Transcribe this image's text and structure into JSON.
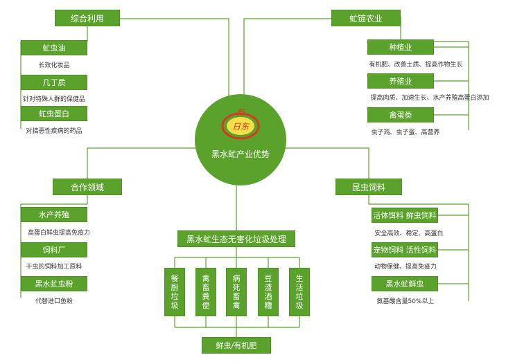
{
  "center": {
    "title": "黑水虻产业优势",
    "logo_text": "新日东"
  },
  "colors": {
    "green": "#5aa22c",
    "line": "#5aa22c",
    "logo_red": "#d53b1e",
    "logo_yellow": "#f4df4a"
  },
  "top_left": {
    "title": "综合利用",
    "items": [
      {
        "label": "虻虫油",
        "desc": "长效化妆品"
      },
      {
        "label": "几丁质",
        "desc": "针对特殊人群的保健品"
      },
      {
        "label": "虻虫蛋白",
        "desc": "对搞恶性疾病的药品"
      }
    ]
  },
  "top_right": {
    "title": "虻链农业",
    "items": [
      {
        "label": "种植业",
        "desc": "有机肥、改善土质、提高作物生长"
      },
      {
        "label": "养殖业",
        "desc": "提高肉质、加速生长、水产养殖高蛋白添加"
      },
      {
        "label": "禽蛋类",
        "desc": "虫子鸡、虫子蛋、高营养"
      }
    ]
  },
  "bottom_left": {
    "title": "合作领域",
    "items": [
      {
        "label": "水产养殖",
        "desc": "高蛋白鲜虫提高免疫力"
      },
      {
        "label": "饲料厂",
        "desc": "干虫的饲料加工原料"
      },
      {
        "label": "黑水虻虫粉",
        "desc": "代替进口鱼粉"
      }
    ]
  },
  "bottom_right": {
    "title": "昆虫饲料",
    "items": [
      {
        "label": "活体饵料 鲜虫饲料",
        "desc": "安全高效、稳定、高蛋白"
      },
      {
        "label": "宠物饲料 活性饲料",
        "desc": "动物保健、提高免疫力"
      },
      {
        "label": "黑水虻鲜虫",
        "desc": "氨基酸含量50%以上"
      }
    ]
  },
  "bottom": {
    "title": "黑水虻生态无害化垃圾处理",
    "items": [
      "餐厨垃圾",
      "禽畜粪便",
      "病死畜禽",
      "豆渣酒糟",
      "生活垃圾"
    ],
    "output": "鲜虫/有机肥"
  }
}
